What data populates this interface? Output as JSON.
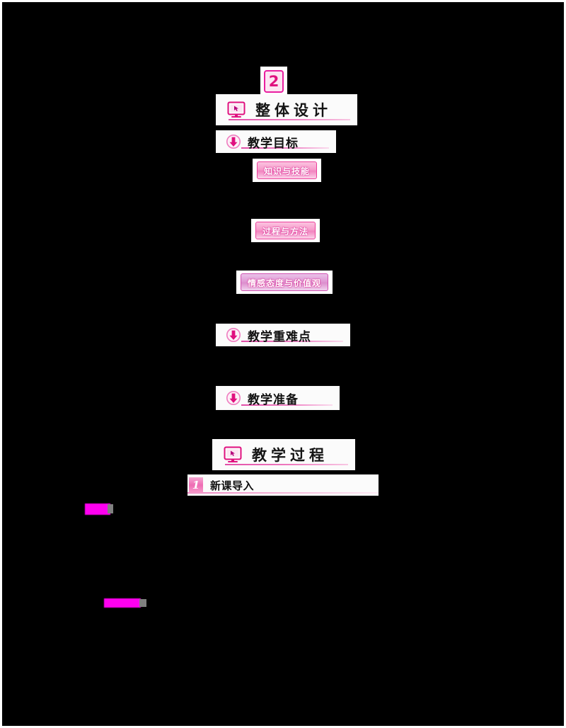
{
  "document": {
    "background_color": "#000000",
    "accent_color": "#e0107f",
    "pill_border_color": "#ec3f9b",
    "highlight_color": "#ff00f0"
  },
  "chapter": {
    "number": "2",
    "badge_name": "chapter-number-badge"
  },
  "sections": {
    "overall_design": {
      "title": "整体设计",
      "icon": "monitor-cursor-icon"
    },
    "teaching_objectives": {
      "title": "教学目标",
      "icon": "circle-down-arrow-icon"
    },
    "key_difficulties": {
      "title": "教学重难点",
      "icon": "circle-down-arrow-icon"
    },
    "teaching_preparation": {
      "title": "教学准备",
      "icon": "circle-down-arrow-icon"
    },
    "teaching_process": {
      "title": "教学过程",
      "icon": "monitor-cursor-icon"
    }
  },
  "objective_badges": [
    {
      "label": "知识与技能",
      "style": "pink"
    },
    {
      "label": "过程与方法",
      "style": "pink"
    },
    {
      "label": "情感态度与价值观",
      "style": "violet"
    }
  ],
  "steps": [
    {
      "number": "1",
      "title": "新课导入"
    }
  ],
  "redacted_notes": [
    {
      "name": "redacted-note-1",
      "text": ""
    },
    {
      "name": "redacted-note-2",
      "text": ""
    }
  ]
}
